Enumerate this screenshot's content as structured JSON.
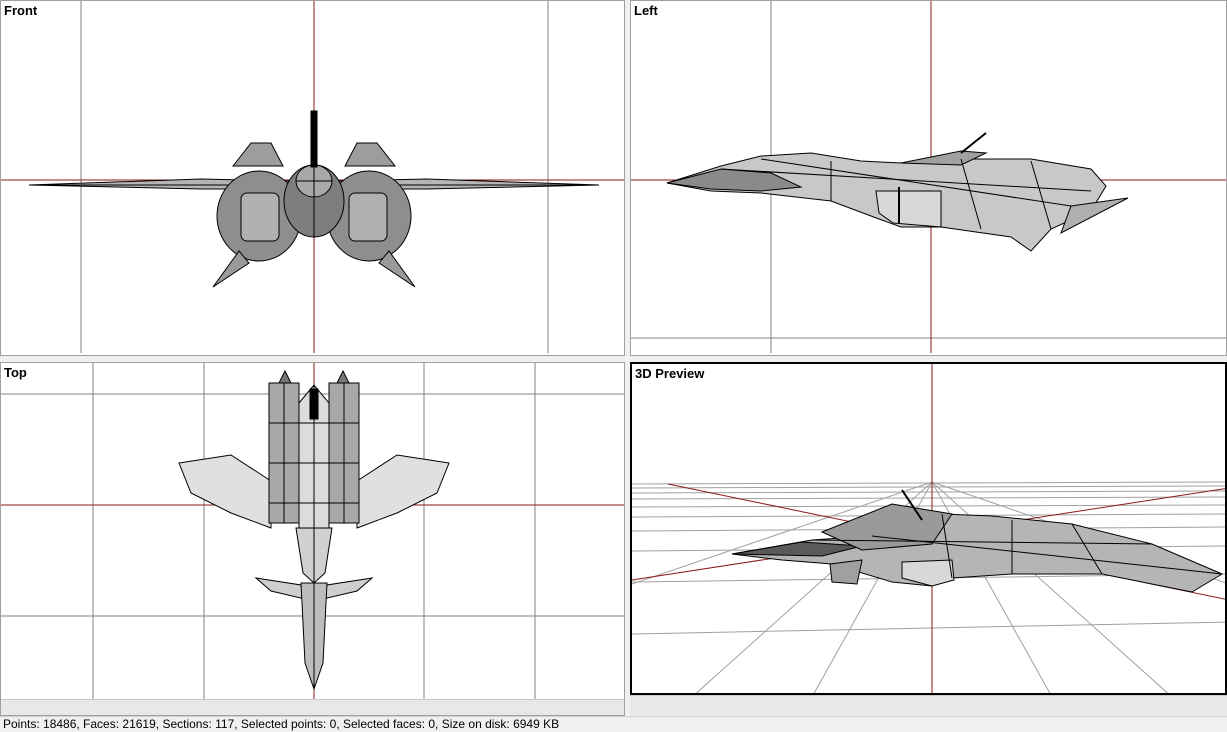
{
  "viewports": {
    "front": {
      "label": "Front"
    },
    "left": {
      "label": "Left"
    },
    "top": {
      "label": "Top"
    },
    "preview": {
      "label": "3D Preview"
    }
  },
  "status": {
    "text": "Points: 18486, Faces: 21619, Sections: 117, Selected points: 0, Selected faces: 0, Size on disk: 6949 KB"
  },
  "colors": {
    "grid": "#808080",
    "axis": "#8b1a1a",
    "mesh_fill": "#9a9a9a",
    "mesh_light": "#e6e6e6",
    "mesh_line": "#000000"
  }
}
